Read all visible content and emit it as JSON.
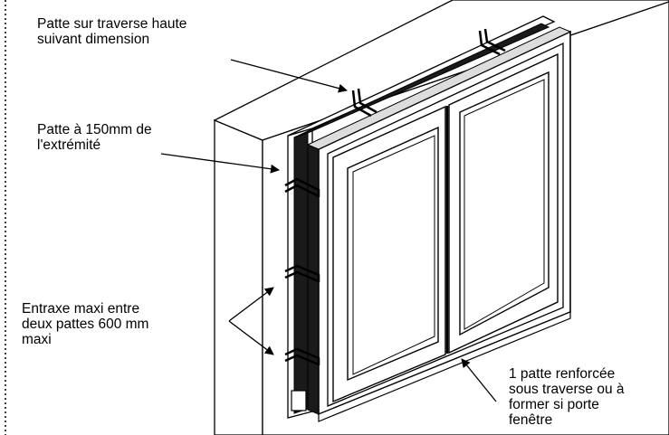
{
  "annotations": {
    "top_patte": {
      "lines": [
        "Patte sur traverse haute",
        "suivant dimension"
      ]
    },
    "end_patte": {
      "lines": [
        "Patte à 150mm de",
        "l'extrémité"
      ]
    },
    "entraxe": {
      "lines": [
        "Entraxe maxi entre",
        "deux pattes 600 mm",
        "maxi"
      ]
    },
    "reinforced": {
      "lines": [
        "1 patte renforcée",
        "sous traverse ou à",
        "former si porte",
        "fenêtre"
      ]
    }
  },
  "colors": {
    "ink": "#000000",
    "paper": "#ffffff",
    "frame_dark": "#1a1a1a",
    "wall_face": "#ffffff",
    "wall_shade": "#f4f4f4"
  }
}
